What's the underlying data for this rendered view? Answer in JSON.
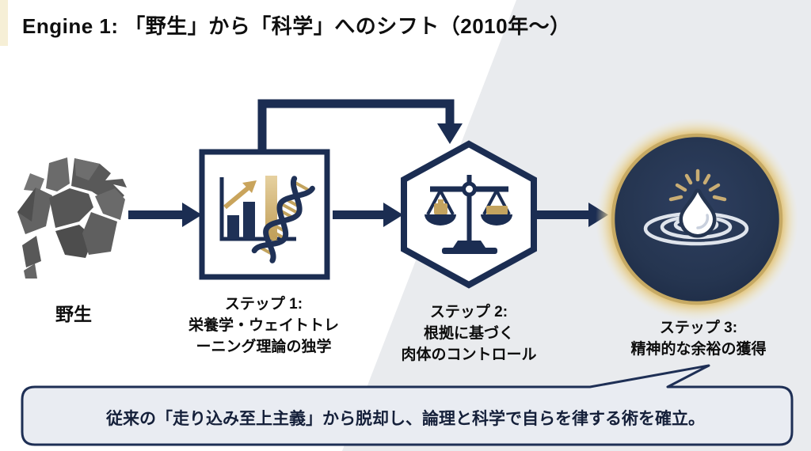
{
  "title": "Engine 1: 「野生」から「科学」へのシフト（2010年〜）",
  "flow": {
    "wild": {
      "label": "野生",
      "icon": "rock-icon"
    },
    "step1": {
      "label": "ステップ 1:\n栄養学・ウェイトトレ\nーニング理論の独学",
      "icon": "chart-dna-icon"
    },
    "step2": {
      "label": "ステップ 2:\n根拠に基づく\n肉体のコントロール",
      "icon": "balance-scale-icon"
    },
    "step3": {
      "label": "ステップ 3:\n精神的な余裕の獲得",
      "icon": "water-drop-ripple-icon"
    }
  },
  "callout": {
    "text": "従来の「走り込み至上主義」から脱却し、論理と科学で自らを律する術を確立。"
  },
  "colors": {
    "navy": "#1b2d52",
    "gold": "#c3a35f",
    "circle_fill": "#253550",
    "bg_gray": "#e9ebee",
    "callout_fill": "#e9ecf2",
    "accent_cream": "#f6efd6",
    "rock_gray": "#5a5a5a"
  }
}
